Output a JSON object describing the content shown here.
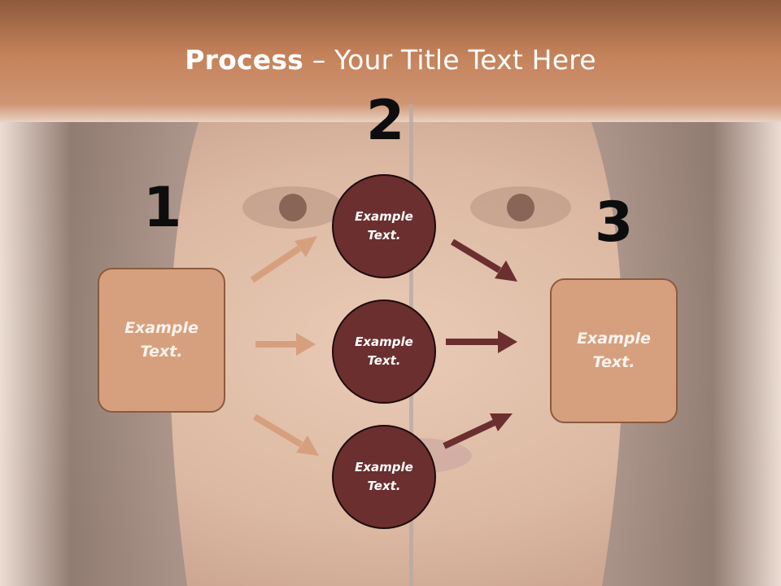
{
  "slide": {
    "title_bold": "Process",
    "title_rest": " – Your Title Text Here"
  },
  "steps": {
    "one": "1",
    "two": "2",
    "three": "3"
  },
  "left_box": {
    "text": "Example\nText."
  },
  "right_box": {
    "text": "Example\nText."
  },
  "circles": [
    {
      "text": "Example\nText."
    },
    {
      "text": "Example\nText."
    },
    {
      "text": "Example\nText."
    }
  ],
  "colors": {
    "header": "#c4825a",
    "box_fill": "#d6a07e",
    "box_border": "#8c5a3e",
    "circle_fill": "#6b2f2f",
    "arrow_light": "#d6a07e",
    "arrow_dark": "#6b2f2f"
  }
}
